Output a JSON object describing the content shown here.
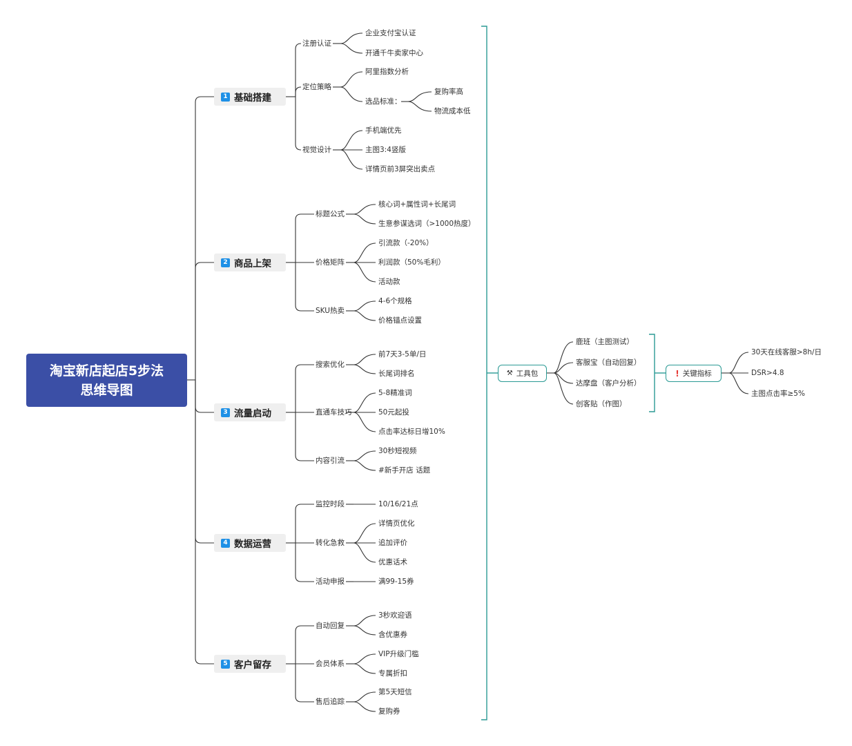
{
  "root": {
    "title_line1": "淘宝新店起店5步法",
    "title_line2": "思维导图"
  },
  "branches": [
    {
      "num": "1",
      "label": "基础搭建",
      "children": [
        {
          "label": "注册认证",
          "children": [
            {
              "label": "企业支付宝认证"
            },
            {
              "label": "开通千牛卖家中心"
            }
          ]
        },
        {
          "label": "定位策略",
          "children": [
            {
              "label": "阿里指数分析"
            },
            {
              "label": "选品标准：",
              "children": [
                {
                  "label": "复购率高"
                },
                {
                  "label": "物流成本低"
                }
              ]
            }
          ]
        },
        {
          "label": "视觉设计",
          "children": [
            {
              "label": "手机端优先"
            },
            {
              "label": "主图3:4竖版"
            },
            {
              "label": "详情页前3屏突出卖点"
            }
          ]
        }
      ]
    },
    {
      "num": "2",
      "label": "商品上架",
      "children": [
        {
          "label": "标题公式",
          "children": [
            {
              "label": "核心词+属性词+长尾词"
            },
            {
              "label": "生意参谋选词（>1000热度）"
            }
          ]
        },
        {
          "label": "价格矩阵",
          "children": [
            {
              "label": "引流款（-20%）"
            },
            {
              "label": "利润款（50%毛利）"
            },
            {
              "label": "活动款"
            }
          ]
        },
        {
          "label": "SKU热卖",
          "children": [
            {
              "label": "4-6个规格"
            },
            {
              "label": "价格锚点设置"
            }
          ]
        }
      ]
    },
    {
      "num": "3",
      "label": "流量启动",
      "children": [
        {
          "label": "搜索优化",
          "children": [
            {
              "label": "前7天3-5单/日"
            },
            {
              "label": "长尾词排名"
            }
          ]
        },
        {
          "label": "直通车技巧",
          "children": [
            {
              "label": "5-8精准词"
            },
            {
              "label": "50元起投"
            },
            {
              "label": "点击率达标日增10%"
            }
          ]
        },
        {
          "label": "内容引流",
          "children": [
            {
              "label": "30秒短视频"
            },
            {
              "label": "#新手开店 话题"
            }
          ]
        }
      ]
    },
    {
      "num": "4",
      "label": "数据运营",
      "children": [
        {
          "label": "监控时段",
          "children": [
            {
              "label": "10/16/21点"
            }
          ]
        },
        {
          "label": "转化急救",
          "children": [
            {
              "label": "详情页优化"
            },
            {
              "label": "追加评价"
            },
            {
              "label": "优惠话术"
            }
          ]
        },
        {
          "label": "活动申报",
          "children": [
            {
              "label": "满99-15券"
            }
          ]
        }
      ]
    },
    {
      "num": "5",
      "label": "客户留存",
      "children": [
        {
          "label": "自动回复",
          "children": [
            {
              "label": "3秒欢迎语"
            },
            {
              "label": "含优惠券"
            }
          ]
        },
        {
          "label": "会员体系",
          "children": [
            {
              "label": "VIP升级门槛"
            },
            {
              "label": "专属折扣"
            }
          ]
        },
        {
          "label": "售后追踪",
          "children": [
            {
              "label": "第5天短信"
            },
            {
              "label": "复购券"
            }
          ]
        }
      ]
    }
  ],
  "toolkit": {
    "icon": "tools-icon",
    "label": "工具包",
    "items": [
      "鹿班（主图测试）",
      "客服宝（自动回复）",
      "达摩盘（客户分析）",
      "创客贴（作图）"
    ]
  },
  "metrics": {
    "icon": "exclamation-icon",
    "label": "关键指标",
    "items": [
      "30天在线客服>8h/日",
      "DSR>4.8",
      "主图点击率≥5%"
    ]
  },
  "colors": {
    "root_bg": "#3b4fa6",
    "main_bg": "#efefef",
    "badge": "#1e90e6",
    "line": "#333333",
    "bracket": "#2a9a94",
    "alert": "#e53935"
  }
}
